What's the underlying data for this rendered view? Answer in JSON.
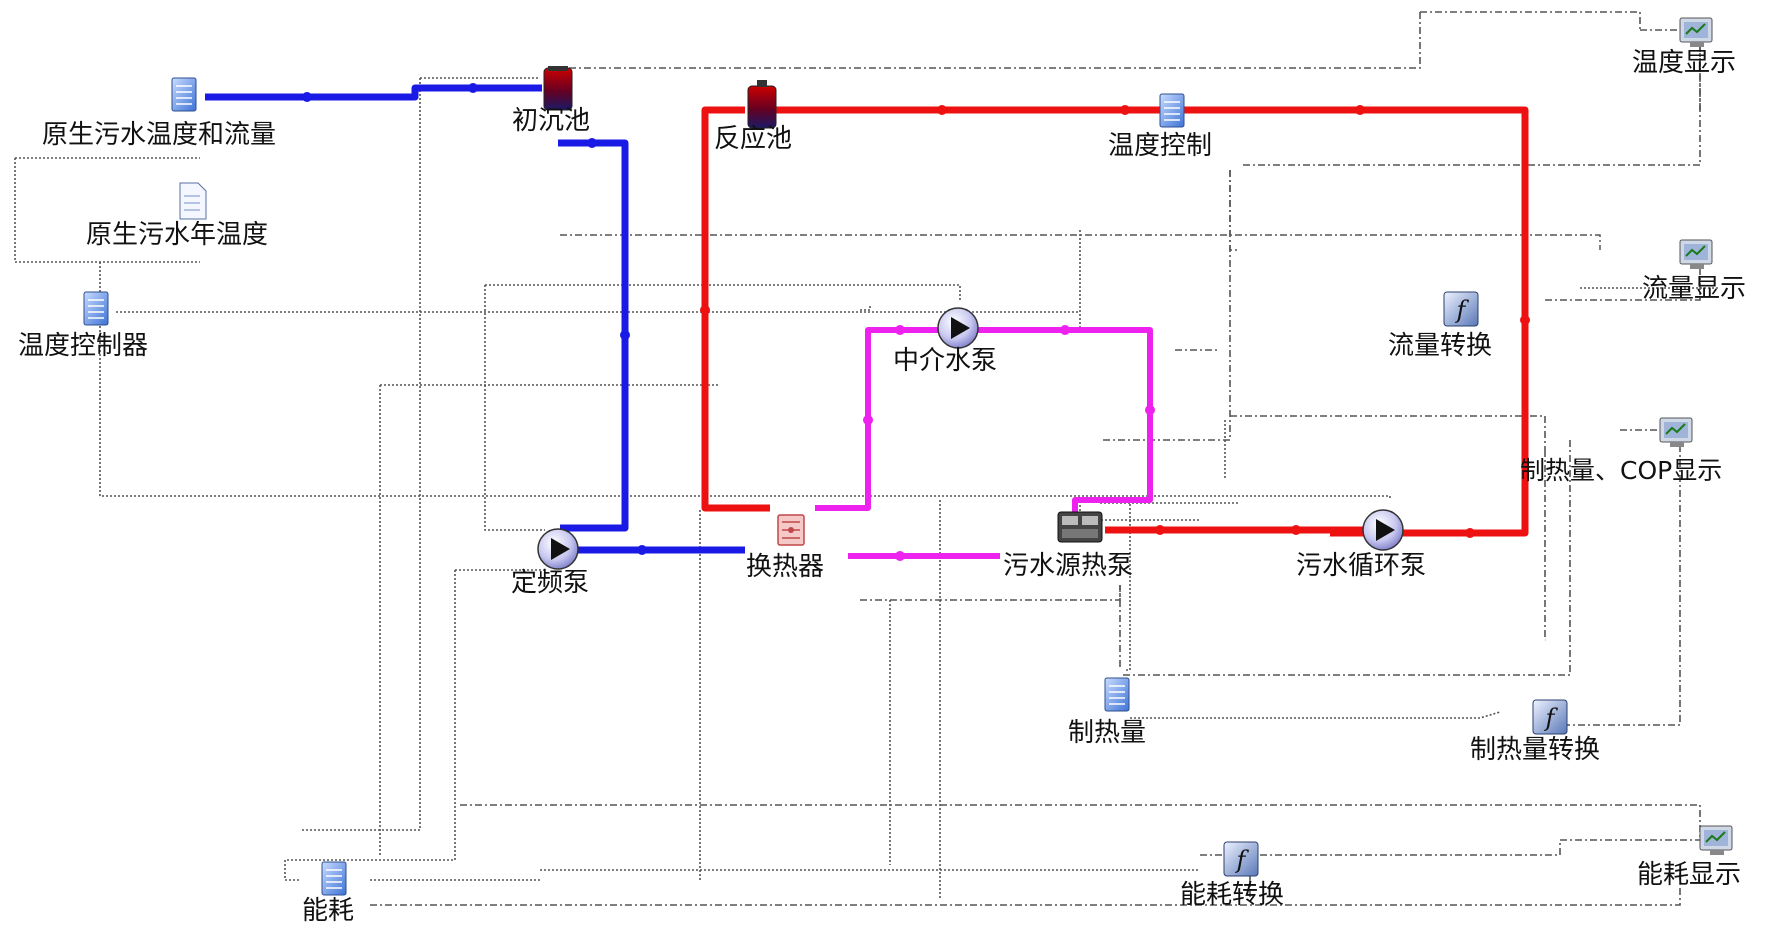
{
  "colors": {
    "cold_pipe": "#1a1ae6",
    "hot_pipe": "#ee1111",
    "medium_pipe": "#ee22ee",
    "signal_line": "#555555"
  },
  "components": {
    "raw_sewage_temp_flow": {
      "label": "原生污水温度和流量",
      "icon": "data-file-icon"
    },
    "raw_sewage_annual_temp": {
      "label": "原生污水年温度",
      "icon": "document-icon"
    },
    "temp_controller": {
      "label": "温度控制器",
      "icon": "data-file-icon"
    },
    "primary_settling_tank": {
      "label": "初沉池",
      "icon": "tank-icon"
    },
    "reaction_tank": {
      "label": "反应池",
      "icon": "tank-icon"
    },
    "temp_control": {
      "label": "温度控制",
      "icon": "data-file-icon"
    },
    "temp_display": {
      "label": "温度显示",
      "icon": "monitor-icon"
    },
    "flow_display": {
      "label": "流量显示",
      "icon": "monitor-icon"
    },
    "flow_conversion": {
      "label": "流量转换",
      "icon": "function-icon"
    },
    "intermediate_pump": {
      "label": "中介水泵",
      "icon": "pump-icon"
    },
    "heat_cop_display": {
      "label": "制热量、COP显示",
      "icon": "monitor-icon"
    },
    "constant_freq_pump": {
      "label": "定频泵",
      "icon": "pump-icon"
    },
    "heat_exchanger": {
      "label": "换热器",
      "icon": "heat-exchanger-icon"
    },
    "sewage_heat_pump": {
      "label": "污水源热泵",
      "icon": "heat-pump-icon"
    },
    "sewage_circ_pump": {
      "label": "污水循环泵",
      "icon": "pump-icon"
    },
    "heating_capacity": {
      "label": "制热量",
      "icon": "data-file-icon"
    },
    "heating_capacity_conversion": {
      "label": "制热量转换",
      "icon": "function-icon"
    },
    "energy_consumption": {
      "label": "能耗",
      "icon": "data-file-icon"
    },
    "energy_conversion": {
      "label": "能耗转换",
      "icon": "function-icon"
    },
    "energy_display": {
      "label": "能耗显示",
      "icon": "monitor-icon"
    }
  }
}
